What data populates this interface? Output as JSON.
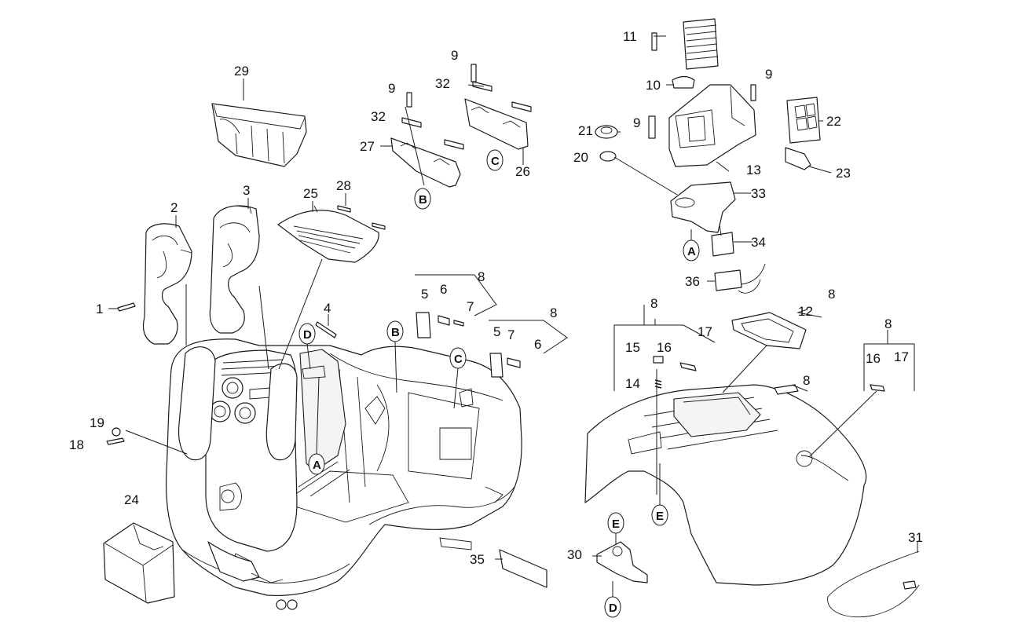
{
  "callouts": [
    "1",
    "2",
    "3",
    "4",
    "5",
    "6",
    "7",
    "8",
    "9",
    "10",
    "11",
    "12",
    "13",
    "14",
    "15",
    "16",
    "17",
    "18",
    "19",
    "20",
    "21",
    "22",
    "23",
    "24",
    "25",
    "26",
    "27",
    "28",
    "29",
    "30",
    "31",
    "32",
    "33",
    "34",
    "35",
    "36"
  ],
  "labels": [
    {
      "id": "l1",
      "text": "1"
    },
    {
      "id": "l2",
      "text": "2"
    },
    {
      "id": "l3",
      "text": "3"
    },
    {
      "id": "l4",
      "text": "4"
    },
    {
      "id": "l5a",
      "text": "5"
    },
    {
      "id": "l6a",
      "text": "6"
    },
    {
      "id": "l7a",
      "text": "7"
    },
    {
      "id": "l8a",
      "text": "8"
    },
    {
      "id": "l5b",
      "text": "5"
    },
    {
      "id": "l7b",
      "text": "7"
    },
    {
      "id": "l6b",
      "text": "6"
    },
    {
      "id": "l8b",
      "text": "8"
    },
    {
      "id": "l8c",
      "text": "8"
    },
    {
      "id": "l17a",
      "text": "17"
    },
    {
      "id": "l15",
      "text": "15"
    },
    {
      "id": "l16a",
      "text": "16"
    },
    {
      "id": "l14",
      "text": "14"
    },
    {
      "id": "l8d",
      "text": "8"
    },
    {
      "id": "l12",
      "text": "12"
    },
    {
      "id": "l8e",
      "text": "8"
    },
    {
      "id": "l8f",
      "text": "8"
    },
    {
      "id": "l16b",
      "text": "16"
    },
    {
      "id": "l17b",
      "text": "17"
    },
    {
      "id": "l9a",
      "text": "9"
    },
    {
      "id": "l32a",
      "text": "32"
    },
    {
      "id": "l9b",
      "text": "9"
    },
    {
      "id": "l32b",
      "text": "32"
    },
    {
      "id": "l27",
      "text": "27"
    },
    {
      "id": "l26",
      "text": "26"
    },
    {
      "id": "l29",
      "text": "29"
    },
    {
      "id": "l28",
      "text": "28"
    },
    {
      "id": "l25",
      "text": "25"
    },
    {
      "id": "l11",
      "text": "11"
    },
    {
      "id": "l10",
      "text": "10"
    },
    {
      "id": "l9c",
      "text": "9"
    },
    {
      "id": "l9d",
      "text": "9"
    },
    {
      "id": "l21",
      "text": "21"
    },
    {
      "id": "l20",
      "text": "20"
    },
    {
      "id": "l22",
      "text": "22"
    },
    {
      "id": "l13",
      "text": "13"
    },
    {
      "id": "l23",
      "text": "23"
    },
    {
      "id": "l33",
      "text": "33"
    },
    {
      "id": "l34",
      "text": "34"
    },
    {
      "id": "l36",
      "text": "36"
    },
    {
      "id": "l19",
      "text": "19"
    },
    {
      "id": "l18",
      "text": "18"
    },
    {
      "id": "l24",
      "text": "24"
    },
    {
      "id": "l35",
      "text": "35"
    },
    {
      "id": "l30",
      "text": "30"
    },
    {
      "id": "l31",
      "text": "31"
    }
  ],
  "reference_markers": [
    {
      "id": "rB1",
      "text": "B"
    },
    {
      "id": "rC1",
      "text": "C"
    },
    {
      "id": "rA1",
      "text": "A"
    },
    {
      "id": "rD1",
      "text": "D"
    },
    {
      "id": "rB2",
      "text": "B"
    },
    {
      "id": "rC2",
      "text": "C"
    },
    {
      "id": "rA2",
      "text": "A"
    },
    {
      "id": "rE1",
      "text": "E"
    },
    {
      "id": "rE2",
      "text": "E"
    },
    {
      "id": "rD2",
      "text": "D"
    }
  ]
}
